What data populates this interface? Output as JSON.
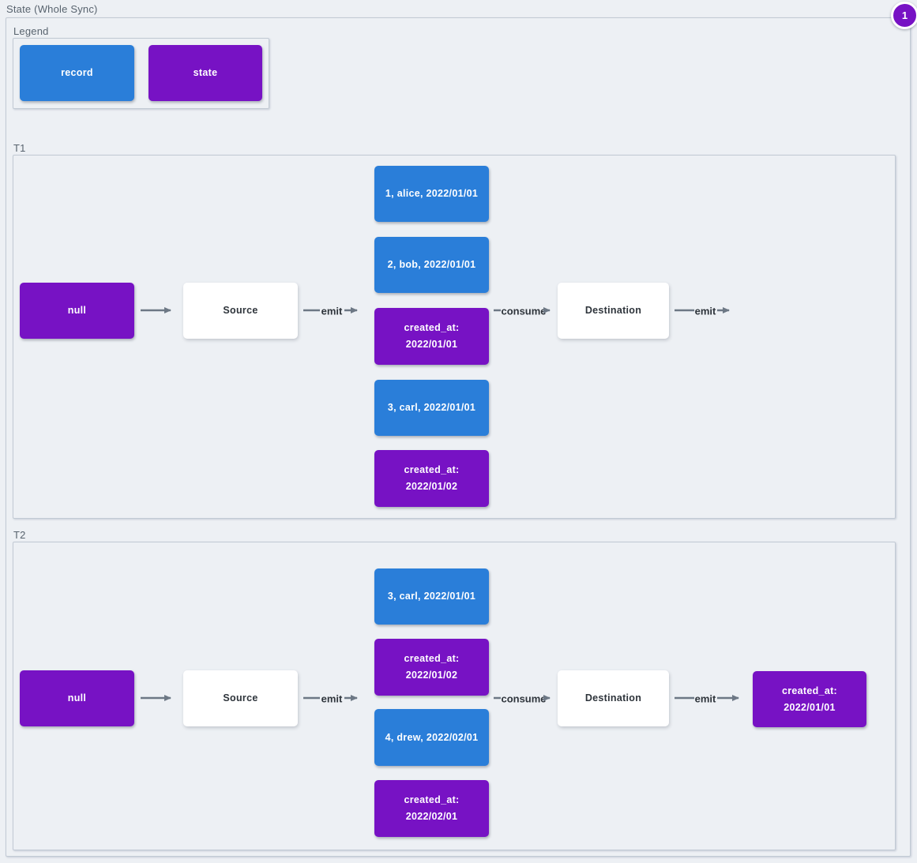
{
  "title": "State (Whole Sync)",
  "badge": "1",
  "colors": {
    "record": "#2a7ed9",
    "state": "#7712c4",
    "background": "#edf0f4",
    "arrow": "#6d7885",
    "cluster_border": "#c2cad4"
  },
  "legend": {
    "title": "Legend",
    "record_label": "record",
    "state_label": "state"
  },
  "t1": {
    "title": "T1",
    "input_state": "null",
    "source_label": "Source",
    "emit_label": "emit",
    "consume_label": "consume",
    "destination_label": "Destination",
    "emit_out_label": "emit",
    "messages": [
      {
        "type": "record",
        "lines": [
          "1, alice, 2022/01/01"
        ]
      },
      {
        "type": "record",
        "lines": [
          "2, bob, 2022/01/01"
        ]
      },
      {
        "type": "state",
        "lines": [
          "created_at:",
          "2022/01/01"
        ]
      },
      {
        "type": "record",
        "lines": [
          "3, carl, 2022/01/01"
        ]
      },
      {
        "type": "state",
        "lines": [
          "created_at:",
          "2022/01/02"
        ]
      }
    ]
  },
  "t2": {
    "title": "T2",
    "input_state": "null",
    "source_label": "Source",
    "emit_label": "emit",
    "consume_label": "consume",
    "destination_label": "Destination",
    "emit_out_label": "emit",
    "messages": [
      {
        "type": "record",
        "lines": [
          "3, carl, 2022/01/01"
        ]
      },
      {
        "type": "state",
        "lines": [
          "created_at:",
          "2022/01/02"
        ]
      },
      {
        "type": "record",
        "lines": [
          "4, drew, 2022/02/01"
        ]
      },
      {
        "type": "state",
        "lines": [
          "created_at:",
          "2022/02/01"
        ]
      }
    ],
    "output_state": {
      "lines": [
        "created_at:",
        "2022/01/01"
      ]
    }
  }
}
